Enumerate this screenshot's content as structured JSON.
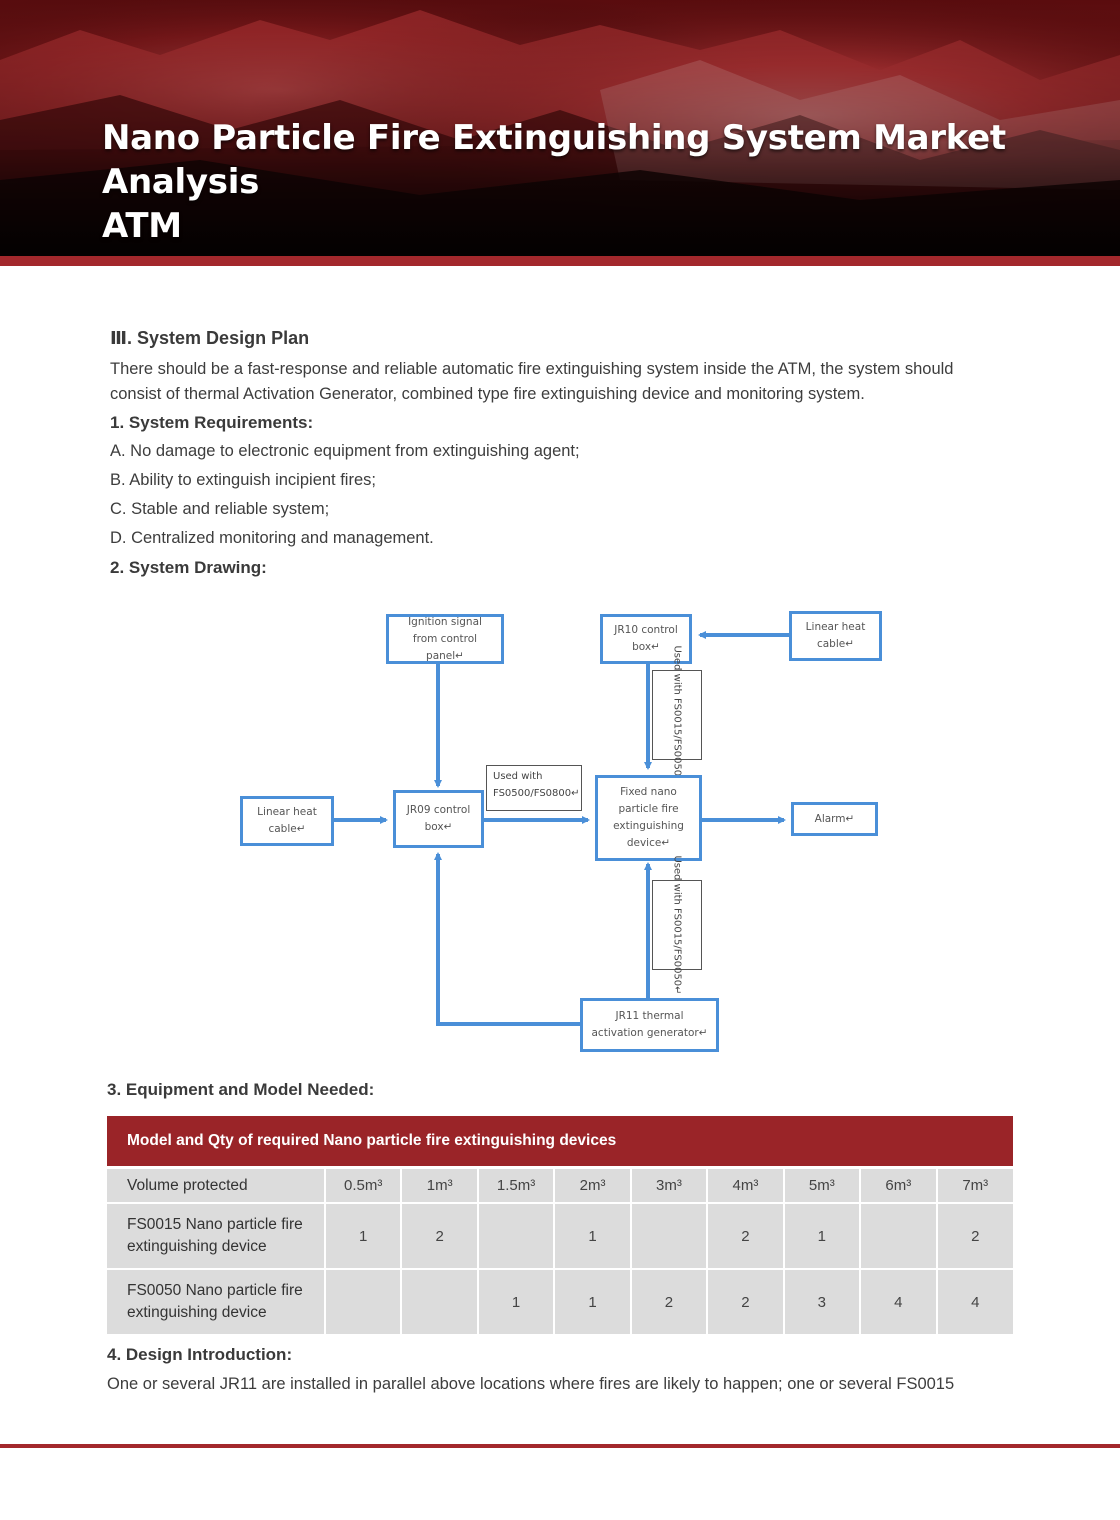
{
  "header": {
    "title_line1": "Nano Particle Fire Extinguishing System Market Analysis",
    "title_line2": "ATM"
  },
  "section": {
    "heading": "Ⅲ. System Design Plan",
    "intro_line1": "There should be a fast-response and reliable automatic fire extinguishing system inside the ATM, the system should",
    "intro_line2": "consist of thermal Activation Generator, combined type fire extinguishing device and monitoring system.",
    "req_heading": "1. System Requirements:",
    "requirements": [
      "A. No damage to electronic equipment from extinguishing agent;",
      "B. Ability to extinguish incipient fires;",
      "C. Stable and reliable system;",
      "D. Centralized monitoring and management."
    ],
    "drawing_heading": "2. System Drawing:",
    "equipment_heading": "3. Equipment and Model Needed:",
    "design_heading": "4. Design Introduction:",
    "design_text": "One or several JR11 are installed in parallel above locations where fires are likely to happen; one or several FS0015"
  },
  "diagram": {
    "ignition": "Ignition signal from control panel↵",
    "jr10": "JR10 control box↵",
    "linear_heat_top": "Linear heat cable↵",
    "used_with_top": "Used with FS0015/FS0050↵",
    "linear_heat_left": "Linear heat cable↵",
    "jr09": "JR09 control box↵",
    "used_with_mid": "Used with FS0500/FS0800↵",
    "fixed_device": "Fixed nano particle fire extinguishing device↵",
    "alarm": "Alarm↵",
    "used_with_bottom": "Used with FS0015/FS0050↵",
    "jr11": "JR11 thermal activation generator↵"
  },
  "table": {
    "title": "Model and Qty of required Nano particle fire extinguishing devices",
    "volume_label": "Volume protected",
    "volumes": [
      "0.5m³",
      "1m³",
      "1.5m³",
      "2m³",
      "3m³",
      "4m³",
      "5m³",
      "6m³",
      "7m³"
    ],
    "rows": [
      {
        "label_line1": "FS0015 Nano particle fire",
        "label_line2": "extinguishing device",
        "values": [
          "1",
          "2",
          "",
          "1",
          "",
          "2",
          "1",
          "",
          "2"
        ]
      },
      {
        "label_line1": "FS0050 Nano particle fire",
        "label_line2": "extinguishing device",
        "values": [
          "",
          "",
          "1",
          "1",
          "2",
          "2",
          "3",
          "4",
          "4"
        ]
      }
    ]
  },
  "colors": {
    "brand_red": "#9a2428",
    "diagram_blue": "#4a8fd8",
    "table_cell": "#dcdcdc"
  }
}
